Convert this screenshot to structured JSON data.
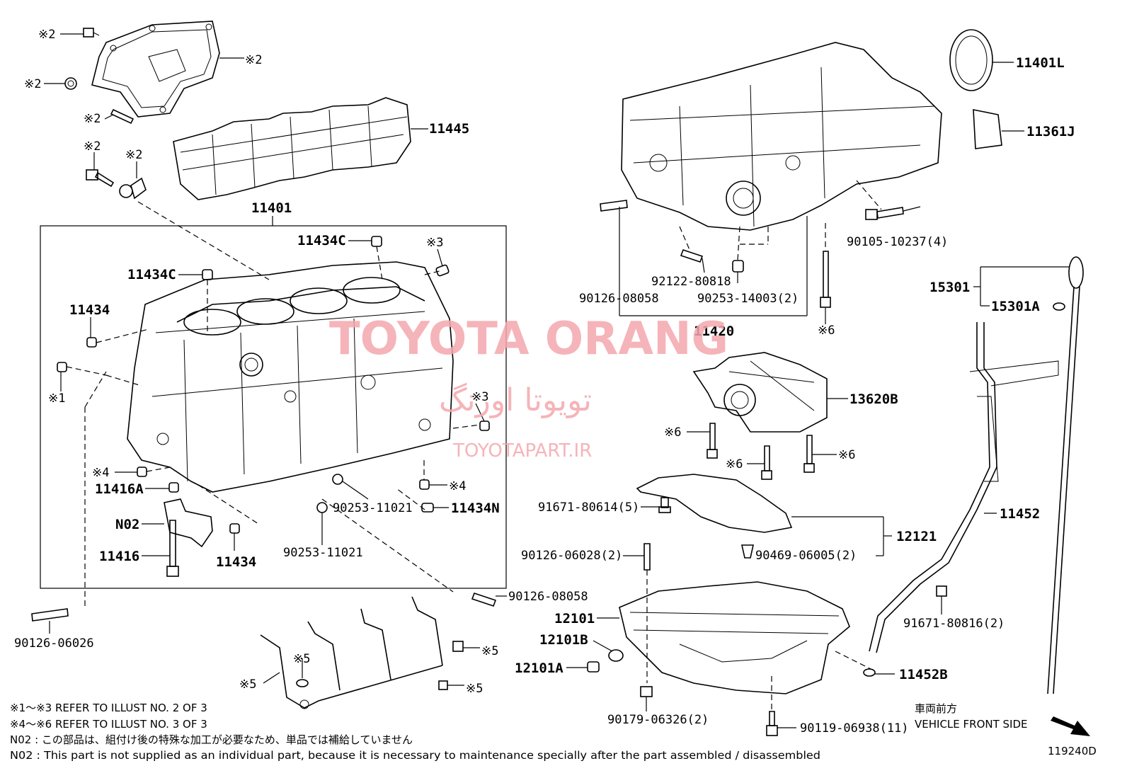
{
  "labels": {
    "l_x2_a": "※2",
    "l_x2_b": "※2",
    "l_x2_c": "※2",
    "l_x2_d": "※2",
    "l_x2_e": "※2",
    "l_x2_f": "※2",
    "l_11445": "11445",
    "l_11401": "11401",
    "l_11434c_a": "11434C",
    "l_x3_a": "※3",
    "l_11434c_b": "11434C",
    "l_11434_a": "11434",
    "l_x1": "※1",
    "l_x3_b": "※3",
    "l_x4_a": "※4",
    "l_11416a": "11416A",
    "l_x4_b": "※4",
    "l_n02": "N02",
    "l_11416": "11416",
    "l_90253_11021_a": "90253-11021",
    "l_11434n": "11434N",
    "l_11434_b": "11434",
    "l_90253_11021_b": "90253-11021",
    "l_90126_08058_b": "90126-08058",
    "l_90126_06026": "90126-06026",
    "l_x5_a": "※5",
    "l_x5_b": "※5",
    "l_x5_c": "※5",
    "l_x5_d": "※5",
    "l_11401l": "11401L",
    "l_11361j": "11361J",
    "l_90105": "90105-10237(4)",
    "l_92122": "92122-80818",
    "l_90126_08058_a": "90126-08058",
    "l_90253_14003": "90253-14003(2)",
    "l_11420": "11420",
    "l_x6_a": "※6",
    "l_15301": "15301",
    "l_15301a": "15301A",
    "l_13620b": "13620B",
    "l_x6_b": "※6",
    "l_x6_c": "※6",
    "l_x6_d": "※6",
    "l_91671_80614": "91671-80614(5)",
    "l_11452": "11452",
    "l_12121": "12121",
    "l_90126_06028": "90126-06028(2)",
    "l_90469": "90469-06005(2)",
    "l_12101": "12101",
    "l_12101b": "12101B",
    "l_12101a": "12101A",
    "l_91671_80816": "91671-80816(2)",
    "l_11452b": "11452B",
    "l_90179": "90179-06326(2)",
    "l_90119": "90119-06938(11)"
  },
  "notes": {
    "refer_1": "※1～※3  REFER TO ILLUST NO. 2 OF 3",
    "refer_2": "※4～※6  REFER TO ILLUST NO. 3 OF 3",
    "n02_jp": "N02 : この部品は、組付け後の特殊な加工が必要なため、単品では補給していません",
    "n02_en": "N02 : This part is not supplied as an individual part, because it is necessary to maintenance specially after the part assembled / disassembled"
  },
  "front": {
    "jp": "車両前方",
    "en": "VEHICLE FRONT SIDE"
  },
  "illustration_id": "119240D",
  "watermark": {
    "latin": "TOYOTA ORANG",
    "persian": "تویوتا اورنگ",
    "site": "TOYOTAPART.IR"
  }
}
